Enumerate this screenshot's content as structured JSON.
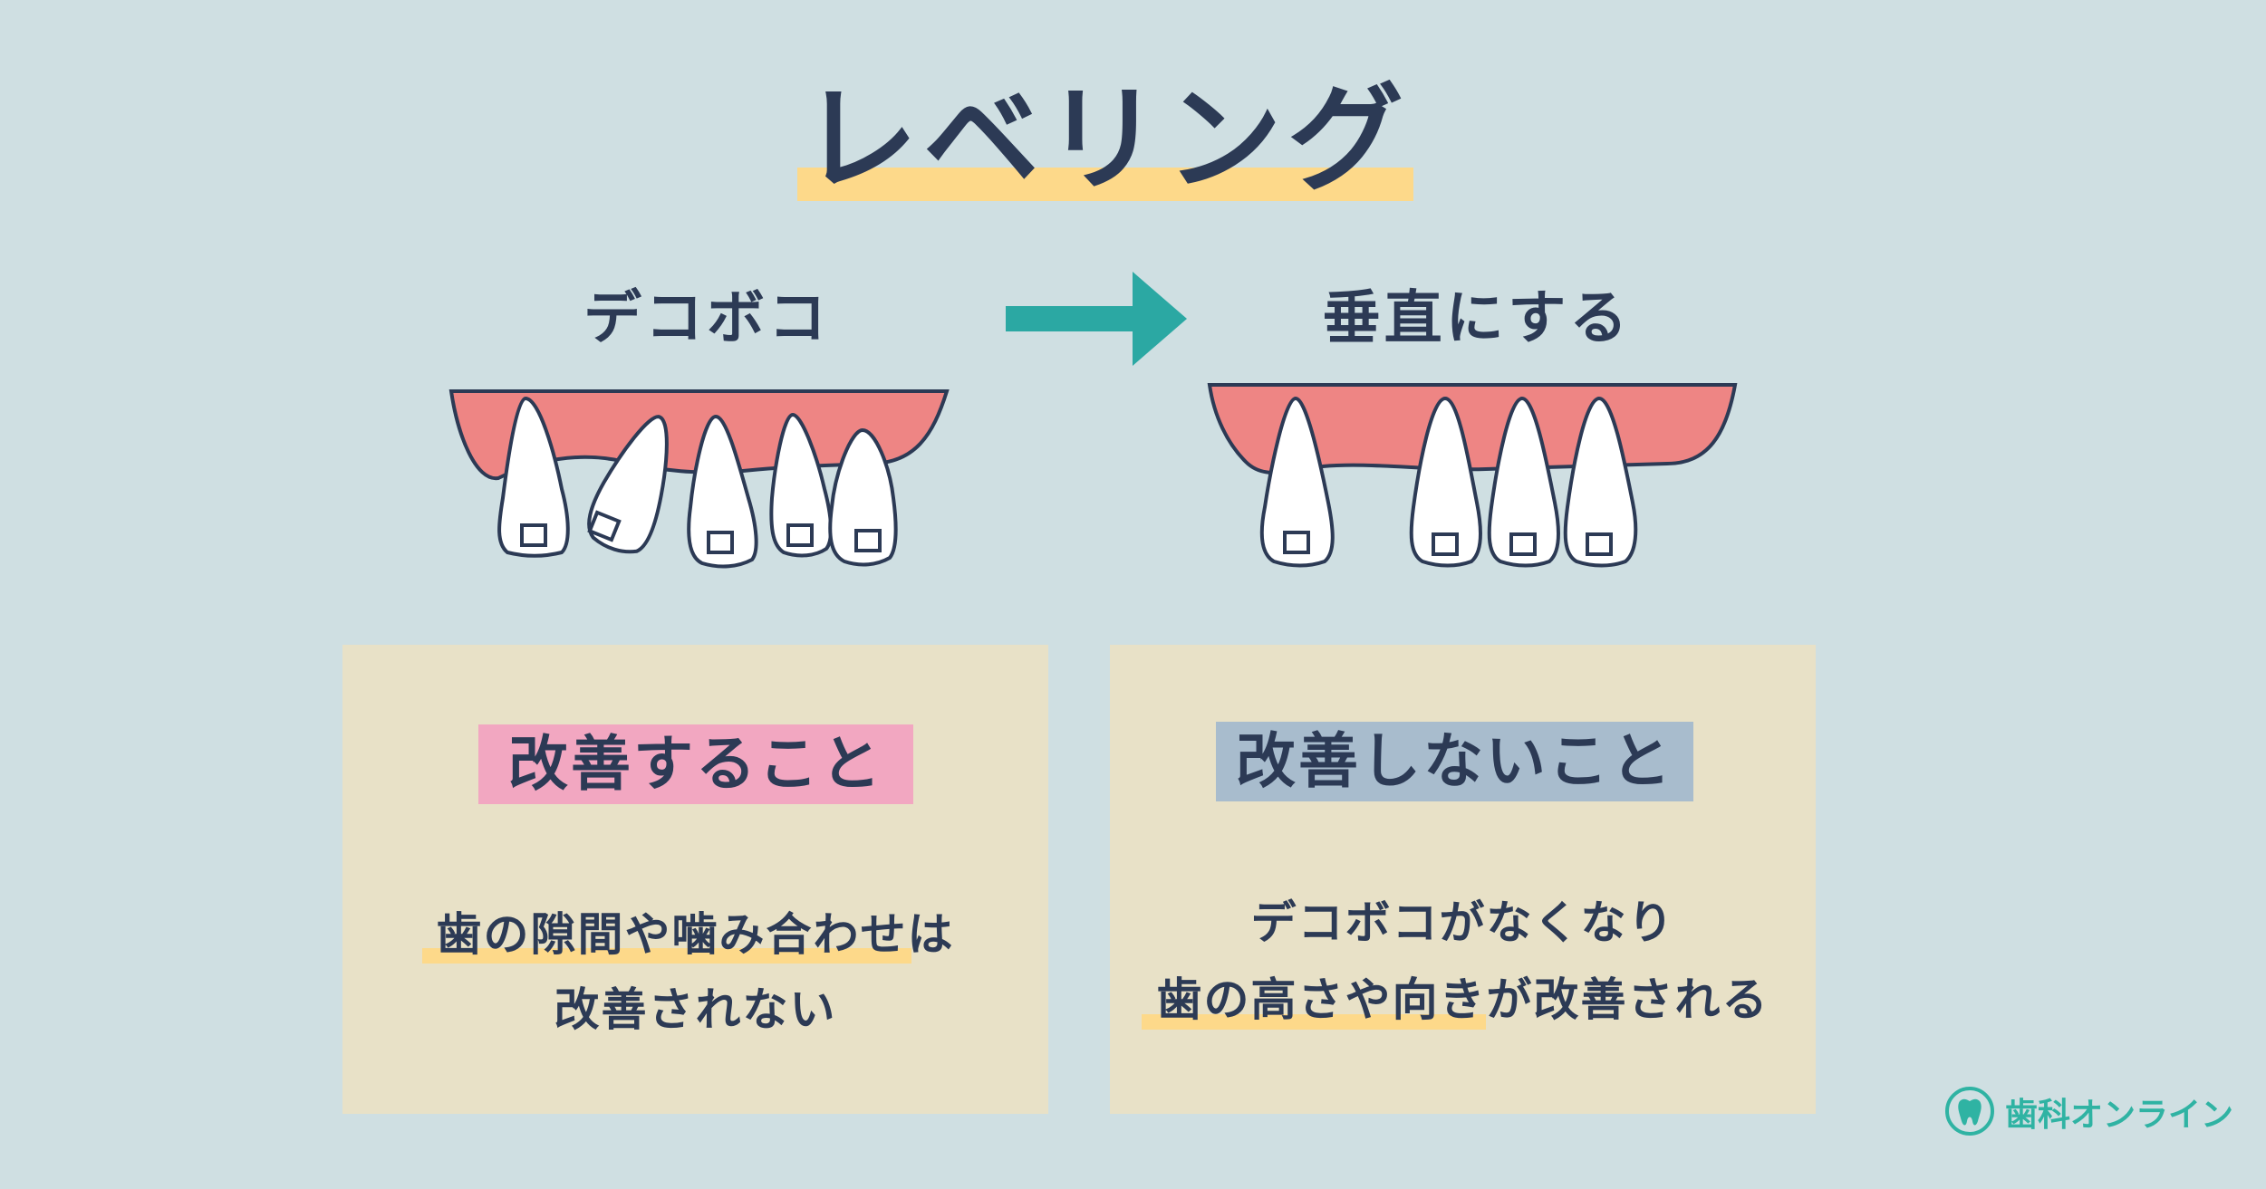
{
  "title": "レベリング",
  "before_label": "デコボコ",
  "after_label": "垂直にする",
  "left_panel": {
    "heading": "改善すること",
    "line1": "歯の隙間や噛み合わせは",
    "line2": "改善されない"
  },
  "right_panel": {
    "heading": "改善しないこと",
    "line1": "デコボコがなくなり",
    "line2": "歯の高さや向きが改善される"
  },
  "brand": {
    "name": "歯科オンライン"
  },
  "colors": {
    "background": "#cfdfe2",
    "text": "#2c3a55",
    "highlight": "#fdd98a",
    "gum": "#ee8584",
    "arrow": "#2ba8a3",
    "panel": "#e8e1c7",
    "badge_improve": "#f2a7c1",
    "badge_not": "#a8bccd",
    "brand": "#2fb3a3"
  },
  "icons": {
    "arrow": "arrow-right-icon",
    "brand_logo": "tooth-logo-icon"
  }
}
